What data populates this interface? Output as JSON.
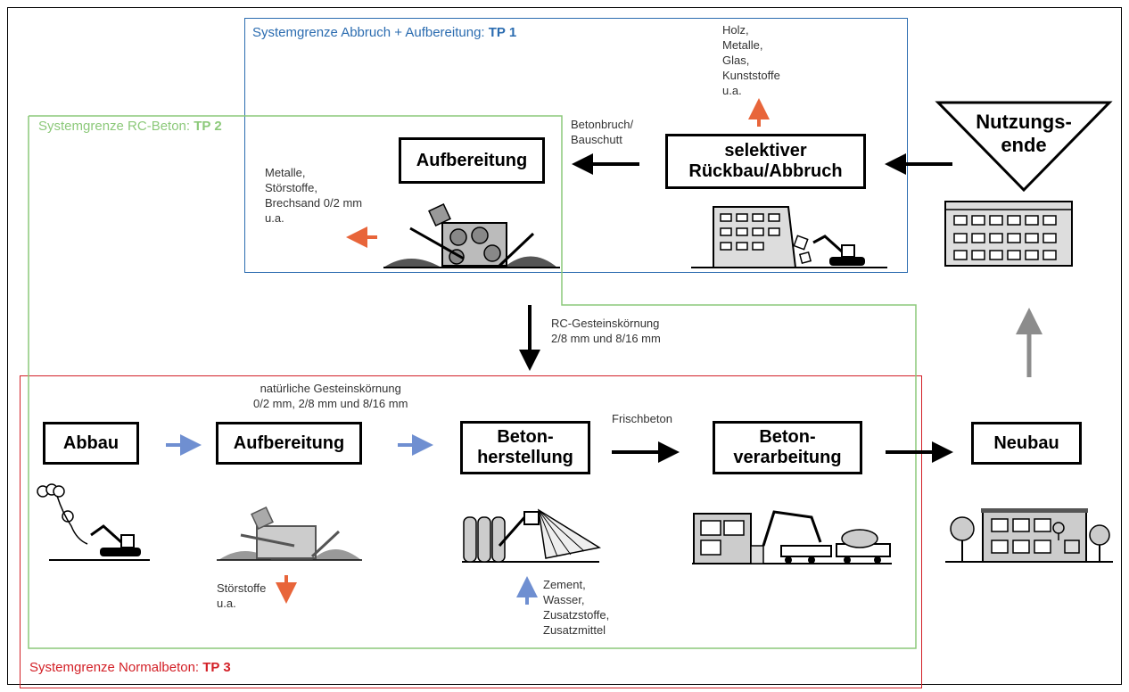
{
  "colors": {
    "tp1": "#2b6cb0",
    "tp2": "#8cc97a",
    "tp3": "#d32027",
    "arrow_black": "#000000",
    "arrow_blue": "#6f8fd1",
    "arrow_orange": "#e8653a",
    "arrow_gray": "#8c8c8c"
  },
  "system_boundaries": {
    "tp1": {
      "label": "Systemgrenze Abbruch + Aufbereitung: ",
      "tag": "TP 1"
    },
    "tp2": {
      "label": "Systemgrenze RC-Beton: ",
      "tag": "TP 2"
    },
    "tp3": {
      "label": "Systemgrenze Normalbeton: ",
      "tag": "TP 3"
    }
  },
  "nodes": {
    "nutzungsende": "Nutzungs-\nende",
    "rueckbau": "selektiver\nRückbau/Abbruch",
    "aufbereitung_rc": "Aufbereitung",
    "abbau": "Abbau",
    "aufbereitung": "Aufbereitung",
    "betonherstellung": "Beton-\nherstellung",
    "betonverarbeitung": "Beton-\nverarbeitung",
    "neubau": "Neubau"
  },
  "annotations": {
    "holz": "Holz,\nMetalle,\nGlas,\nKunststoffe\nu.a.",
    "betonbruch": "Betonbruch/\nBauschutt",
    "metalle": "Metalle,\nStörstoffe,\nBrechsand 0/2 mm\nu.a.",
    "rc_koernung": "RC-Gesteinskörnung\n2/8 mm und 8/16 mm",
    "nat_koernung": "natürliche Gesteinskörnung\n0/2 mm, 2/8 mm und 8/16 mm",
    "frischbeton": "Frischbeton",
    "stoerstoffe": "Störstoffe\nu.a.",
    "zement": "Zement,\nWasser,\nZusatzstoffe,\nZusatzmittel"
  }
}
